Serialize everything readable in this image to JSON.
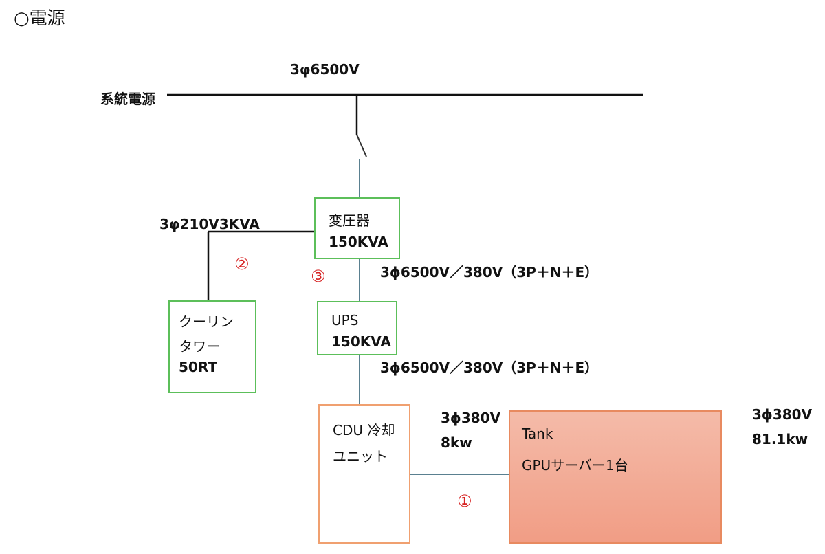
{
  "heading": "○電源",
  "grid": {
    "label": "系統電源",
    "voltage": "3φ6500V"
  },
  "transformer": {
    "line1": "変圧器",
    "line2": "150KVA"
  },
  "branch_label": "3φ210V3KVA",
  "cooling_tower": {
    "line1": "クーリン",
    "line2": "タワー",
    "line3": "50RT"
  },
  "ups": {
    "line1": "UPS",
    "line2": "150KVA"
  },
  "feed_label_1": "3ϕ6500V／380V（3P＋N＋E）",
  "feed_label_2": "3ϕ6500V／380V（3P＋N＋E）",
  "cdu": {
    "line1": "CDU 冷却",
    "line2": "ユニット"
  },
  "cdu_power": {
    "line1": "3ϕ380V",
    "line2": "8kw"
  },
  "tank": {
    "line1": "Tank",
    "line2": "GPUサーバー1台"
  },
  "tank_power": {
    "line1": "3ϕ380V",
    "line2": "81.1kw"
  },
  "markers": {
    "m1": "①",
    "m2": "②",
    "m3": "③"
  }
}
